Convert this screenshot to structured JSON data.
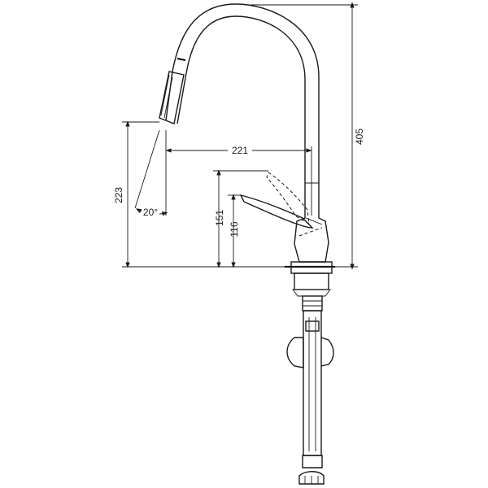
{
  "drawing": {
    "dimensions": {
      "height_total": "405",
      "spout_reach": "221",
      "spout_outlet_height": "223",
      "handle_height_raised": "151",
      "handle_height_closed": "116",
      "tilt_angle": "20°"
    }
  }
}
